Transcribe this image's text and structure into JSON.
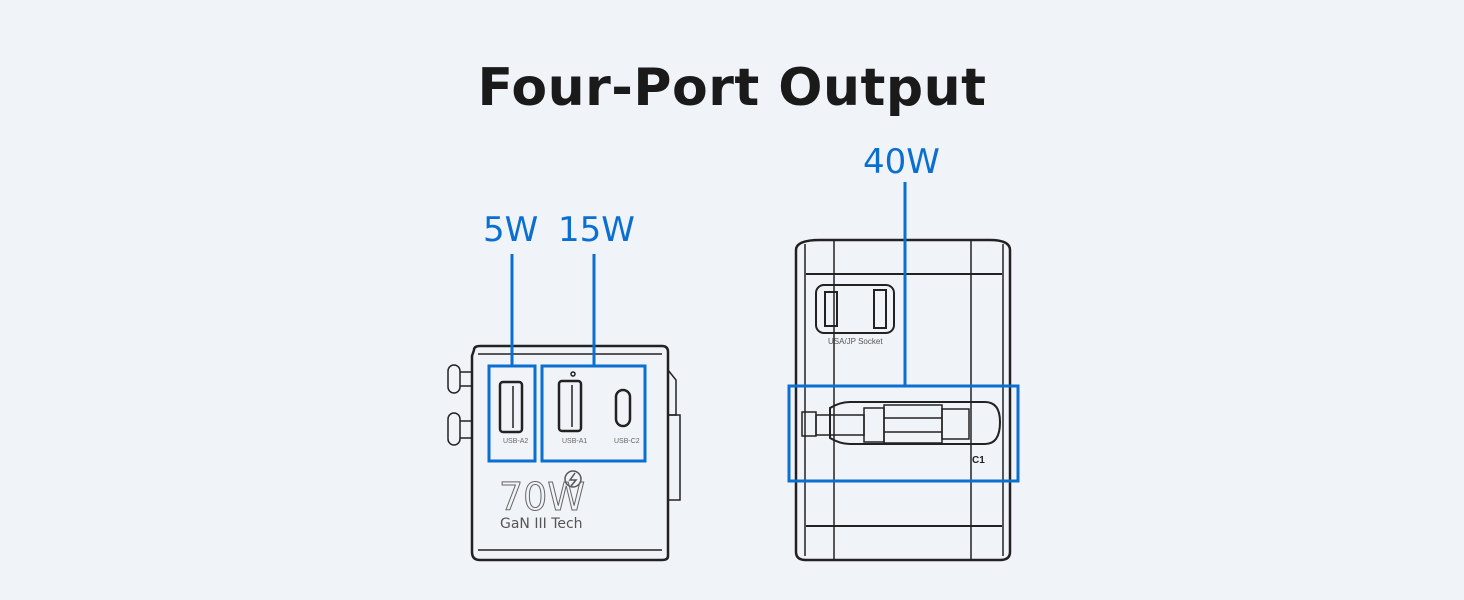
{
  "title": "Four-Port Output",
  "labels": {
    "a2_watt": "5W",
    "a1_c2_watt": "15W",
    "c1_watt": "40W"
  },
  "front_device": {
    "ports": [
      "USB-A2",
      "USB-A1",
      "USB-C2"
    ],
    "power_text": "70W",
    "tech_text": "GaN III Tech"
  },
  "side_device": {
    "socket_label": "USA/JP Socket",
    "cable_port_label": "C1"
  },
  "colors": {
    "accent": "#0a6fd1",
    "background": "#f0f3f8",
    "line": "#222222"
  }
}
